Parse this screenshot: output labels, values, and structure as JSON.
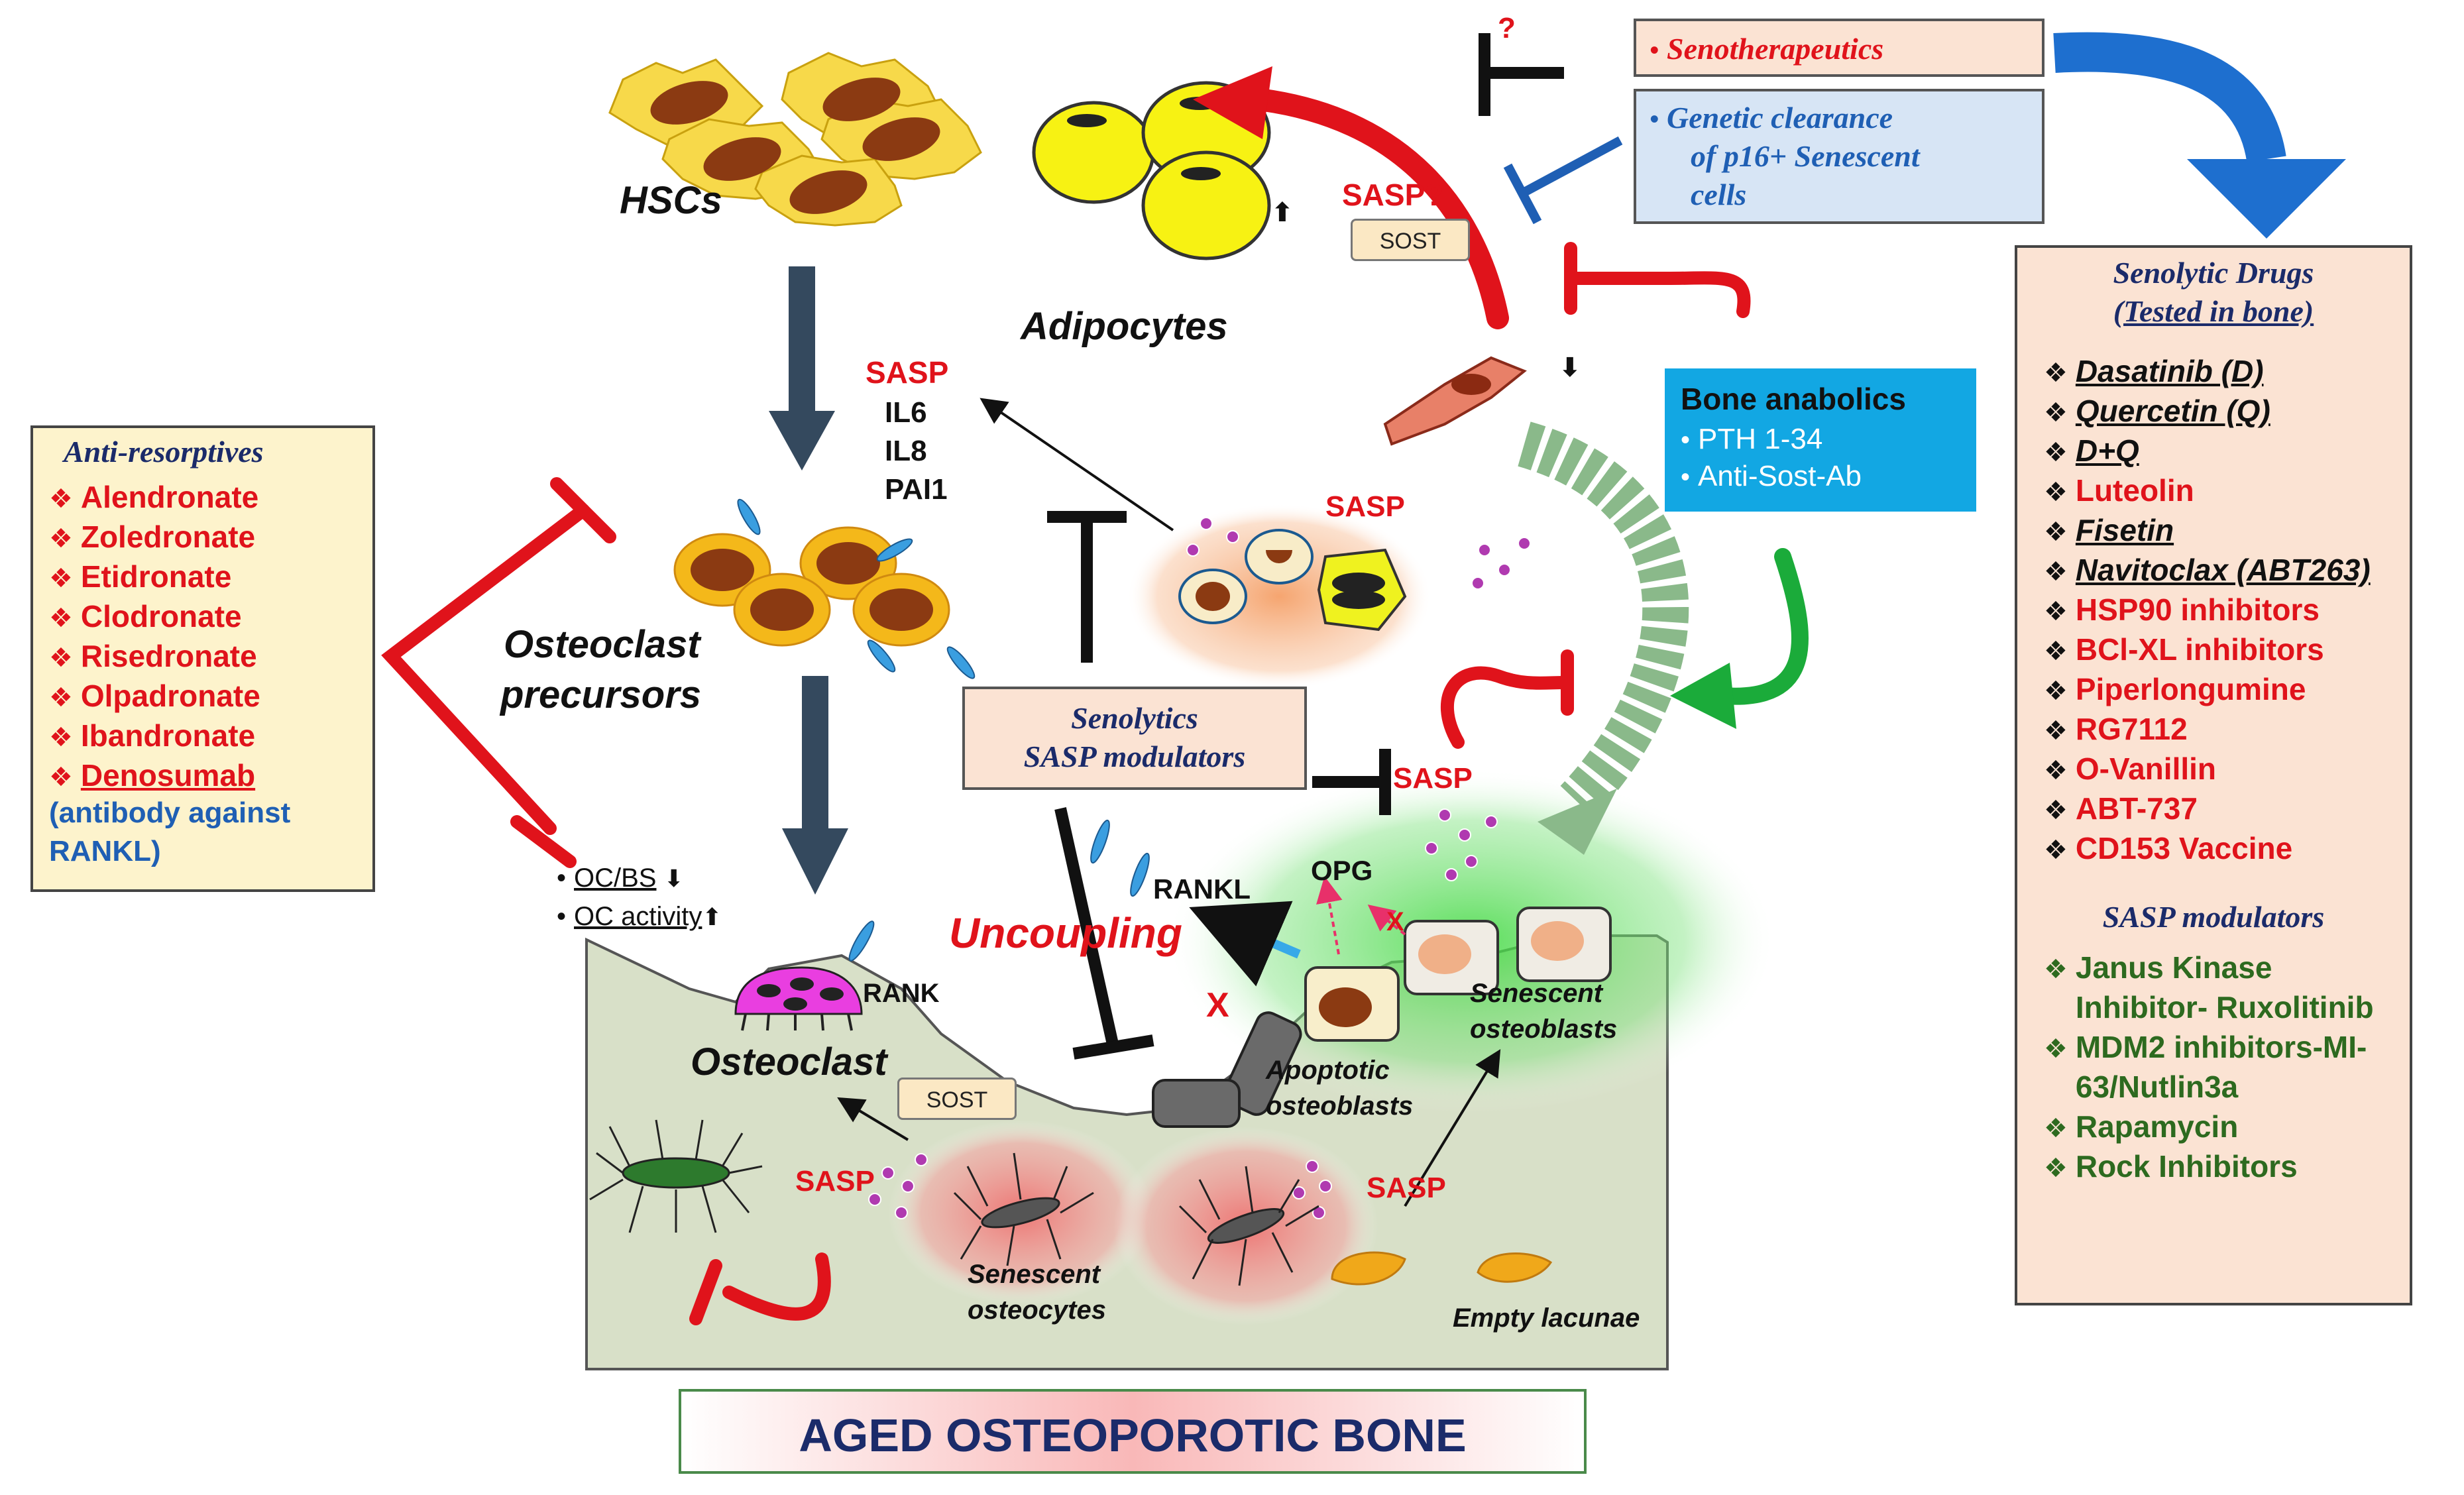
{
  "title": "AGED OSTEOPOROTIC BONE",
  "cells": {
    "hscs": "HSCs",
    "adipocytes": "Adipocytes",
    "osteoclast_precursors_line1": "Osteoclast",
    "osteoclast_precursors_line2": "precursors",
    "osteoclast": "Osteoclast",
    "apoptotic_osteoblasts_line1": "Apoptotic",
    "apoptotic_osteoblasts_line2": "osteoblasts",
    "senescent_osteoblasts_line1": "Senescent",
    "senescent_osteoblasts_line2": "osteoblasts",
    "senescent_osteocytes_line1": "Senescent",
    "senescent_osteocytes_line2": "osteocytes",
    "empty_lacunae": "Empty lacunae"
  },
  "labels": {
    "question_mark": "?",
    "sasp_question": "SASP?",
    "sost": "SOST",
    "sasp": "SASP",
    "il6": "IL6",
    "il8": "IL8",
    "pai1": "PAI1",
    "rankl": "RANKL",
    "opg": "OPG",
    "rank": "RANK",
    "uncoupling": "Uncoupling",
    "oc_bs": "OC/BS",
    "oc_activity": "OC activity",
    "up_arrow": "⬆",
    "down_arrow": "⬇",
    "cross": "X"
  },
  "senotherapeutics": {
    "label": "Senotherapeutics",
    "genetic_line1": "Genetic clearance",
    "genetic_line2": "of p16+ Senescent",
    "genetic_line3": "cells"
  },
  "bone_anabolics": {
    "title": "Bone anabolics",
    "items": [
      "PTH 1-34",
      "Anti-Sost-Ab"
    ]
  },
  "modulators_box": {
    "line1": "Senolytics",
    "line2": "SASP modulators"
  },
  "anti_resorptives": {
    "title": "Anti-resorptives",
    "items": [
      "Alendronate",
      "Zoledronate",
      "Etidronate",
      "Clodronate",
      "Risedronate",
      "Olpadronate",
      "Ibandronate",
      "Denosumab"
    ],
    "note_line1": "(antibody against",
    "note_line2": "RANKL)"
  },
  "senolytic_drugs": {
    "title_line1": "Senolytic Drugs",
    "title_line2": "(Tested in bone)",
    "tested": [
      "Dasatinib (D)",
      "Quercetin (Q)",
      "D+Q",
      "Fisetin",
      "Navitoclax (ABT263)"
    ],
    "items": [
      "Dasatinib (D)",
      "Quercetin (Q)",
      "D+Q",
      "Luteolin",
      "Fisetin",
      "Navitoclax (ABT263)",
      "HSP90 inhibitors",
      "BCl-XL inhibitors",
      "Piperlongumine",
      "RG7112",
      "O-Vanillin",
      "ABT-737",
      "CD153 Vaccine"
    ]
  },
  "sasp_modulators": {
    "title": "SASP modulators",
    "items": [
      "Janus Kinase",
      "Inhibitor- Ruxolitinib",
      "MDM2 inhibitors-MI-",
      "63/Nutlin3a",
      "Rapamycin",
      "Rock Inhibitors"
    ],
    "bulleted": [
      true,
      false,
      true,
      false,
      true,
      true
    ]
  },
  "colors": {
    "red": "#e0131b",
    "navy": "#1b2b6a",
    "blue": "#1f5fb4",
    "green": "#2d6a1f",
    "bone": "#d8e0c8",
    "anabolic": "#12a7e3"
  }
}
